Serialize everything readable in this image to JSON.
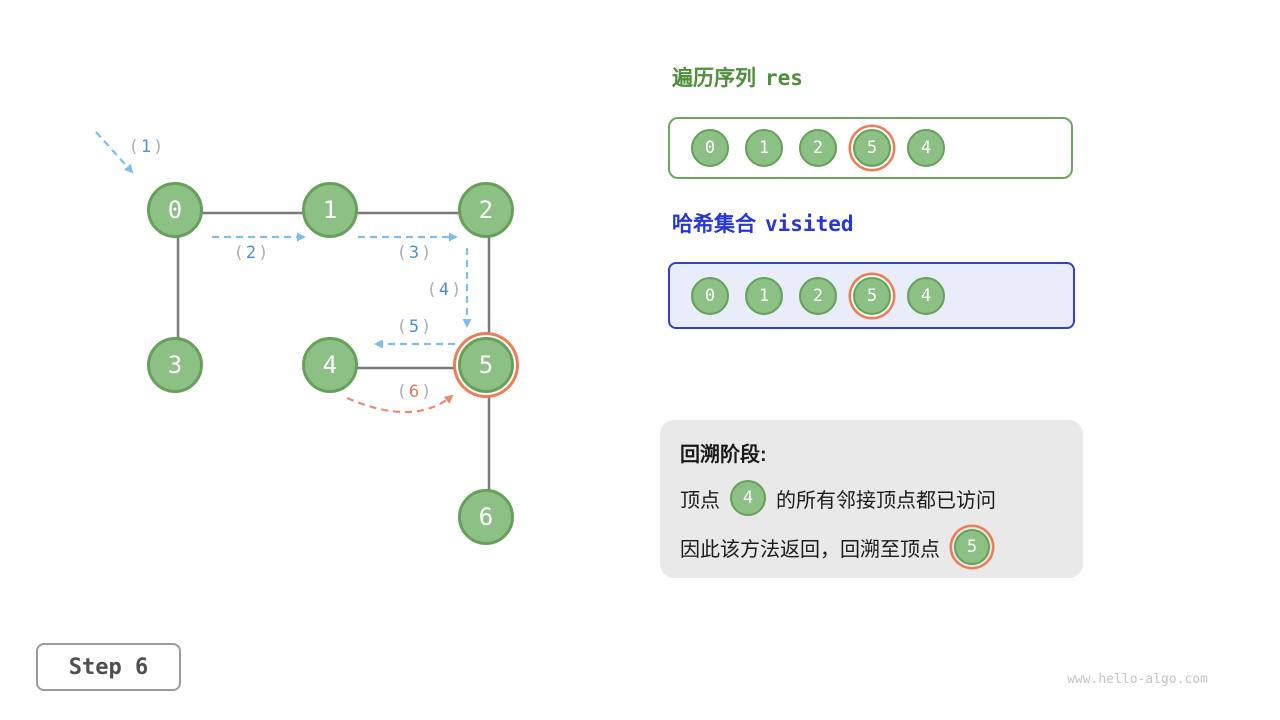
{
  "page": {
    "step_label": "Step 6",
    "watermark": "www.hello-algo.com"
  },
  "colors": {
    "node_fill_green": "#8CC084",
    "node_border_green": "#67A05B",
    "highlight_orange": "#ED7D57",
    "traversal_arrow_blue": "#7FBEEA",
    "backtrack_arrow_orange": "#EC8B6F",
    "res_title_green": "#4E8F3C",
    "visited_title_blue": "#2736D6",
    "edge_gray": "#7B7B7B"
  },
  "graph": {
    "nodes": [
      {
        "label": "0",
        "highlight": false
      },
      {
        "label": "1",
        "highlight": false
      },
      {
        "label": "2",
        "highlight": false
      },
      {
        "label": "3",
        "highlight": false
      },
      {
        "label": "4",
        "highlight": false
      },
      {
        "label": "5",
        "highlight": true
      },
      {
        "label": "6",
        "highlight": false
      }
    ],
    "edges": [
      "0-1",
      "1-2",
      "0-3",
      "2-5",
      "4-5",
      "5-6"
    ],
    "arrow_labels": [
      {
        "open": "(",
        "num": "1",
        "close": ")",
        "color": "blue"
      },
      {
        "open": "(",
        "num": "2",
        "close": ")",
        "color": "blue"
      },
      {
        "open": "(",
        "num": "3",
        "close": ")",
        "color": "blue"
      },
      {
        "open": "(",
        "num": "4",
        "close": ")",
        "color": "blue"
      },
      {
        "open": "(",
        "num": "5",
        "close": ")",
        "color": "blue"
      },
      {
        "open": "(",
        "num": "6",
        "close": ")",
        "color": "orange"
      }
    ]
  },
  "panel": {
    "res_title_zh": "遍历序列",
    "res_title_code": "res",
    "res_items": [
      {
        "label": "0",
        "highlight": false
      },
      {
        "label": "1",
        "highlight": false
      },
      {
        "label": "2",
        "highlight": false
      },
      {
        "label": "5",
        "highlight": true
      },
      {
        "label": "4",
        "highlight": false
      }
    ],
    "visited_title_zh": "哈希集合",
    "visited_title_code": "visited",
    "visited_items": [
      {
        "label": "0",
        "highlight": false
      },
      {
        "label": "1",
        "highlight": false
      },
      {
        "label": "2",
        "highlight": false
      },
      {
        "label": "5",
        "highlight": true
      },
      {
        "label": "4",
        "highlight": false
      }
    ],
    "note": {
      "title": "回溯阶段:",
      "line1_pre": "顶点",
      "line1_node": "4",
      "line1_post": "的所有邻接顶点都已访问",
      "line2_pre": "因此该方法返回，回溯至顶点",
      "line2_node": "5"
    }
  }
}
